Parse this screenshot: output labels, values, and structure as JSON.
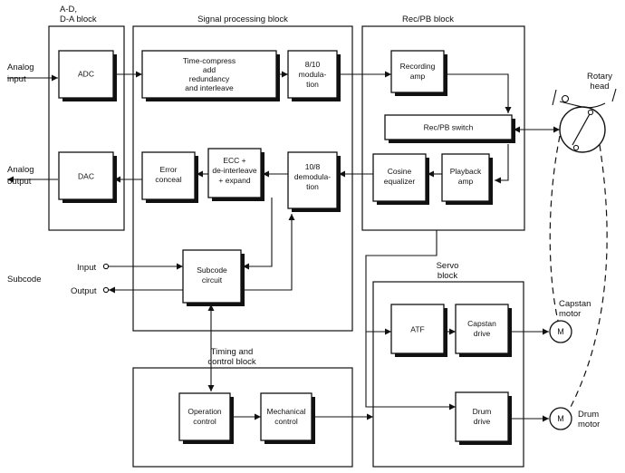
{
  "groups": {
    "adda": "A-D, D-A block",
    "signal": "Signal processing block",
    "recpb": "Rec/PB block",
    "servo": "Servo block",
    "timing": "Timing and control block"
  },
  "blocks": {
    "adc": "ADC",
    "dac": "DAC",
    "time_compress": "Time-compress add redundancy and interleave",
    "mod_810": "8/10 modula- tion",
    "recording_amp": "Recording amp",
    "recpb_switch": "Rec/PB switch",
    "error_conceal": "Error conceal",
    "ecc": "ECC + de-interleave + expand",
    "demod_108": "10/8 demodula- tion",
    "cosine_eq": "Cosine equalizer",
    "playback_amp": "Playback amp",
    "subcode_circuit": "Subcode circuit",
    "atf": "ATF",
    "capstan_drive": "Capstan drive",
    "drum_drive": "Drum drive",
    "operation_control": "Operation control",
    "mechanical_control": "Mechanical control"
  },
  "labels": {
    "analog_input": "Analog input",
    "analog_output": "Analog output",
    "subcode": "Subcode",
    "input": "Input",
    "output": "Output",
    "rotary_head": "Rotary head",
    "capstan_motor": "Capstan motor",
    "drum_motor": "Drum motor",
    "motor_symbol": "M"
  }
}
